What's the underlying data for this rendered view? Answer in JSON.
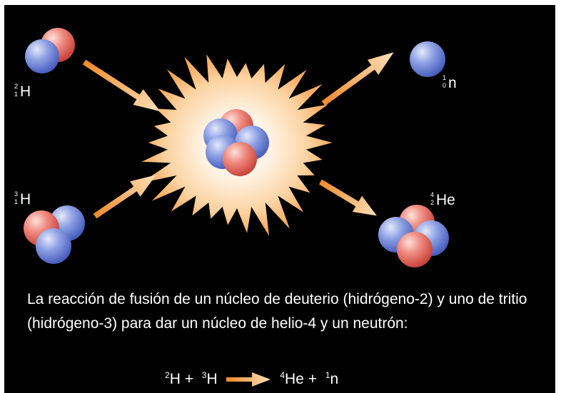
{
  "colors": {
    "background": "#000000",
    "text": "#ffffff",
    "proton": "#e8645a",
    "neutron": "#6f86d8",
    "burst_center": "#ffffff",
    "burst_edge": "#f8b86a",
    "arrow": "#f39a3c"
  },
  "labels": {
    "deuterium": {
      "mass": "2",
      "atomic": "1",
      "symbol": "H"
    },
    "tritium": {
      "mass": "3",
      "atomic": "1",
      "symbol": "H"
    },
    "neutron": {
      "mass": "1",
      "atomic": "0",
      "symbol": "n"
    },
    "helium": {
      "mass": "4",
      "atomic": "2",
      "symbol": "He"
    }
  },
  "caption": "La reacción de fusión de un núcleo de deuterio (hidrógeno-2) y uno de tritio (hidrógeno-3) para dar un núcleo de helio-4 y un neutrón:",
  "equation": {
    "term1_mass": "2",
    "term1_symbol": "H +",
    "term2_mass": "3",
    "term2_symbol": "H",
    "term3_mass": "4",
    "term3_symbol": "He +",
    "term4_mass": "1",
    "term4_symbol": "n"
  }
}
